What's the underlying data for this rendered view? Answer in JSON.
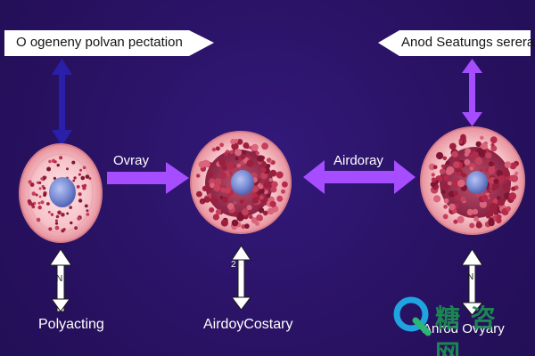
{
  "banners": {
    "left": "O ogeneny polvan pectation",
    "right": "Anod Seatungs sereraty"
  },
  "labels": {
    "ovray": "Ovray",
    "airdoray": "Airdoray",
    "small_arrow_tag": "2 k",
    "right_arrow_tag": "N",
    "left_arrow_tag": "N",
    "polyacting": "Polyacting",
    "airdoycostary": "AirdoyCostary",
    "anrod_ovyary": "Anrod Ovyary"
  },
  "watermark": {
    "text": "糖 咨 网"
  },
  "colors": {
    "background": "#2b1366",
    "banner": "#ffffff",
    "dark_arrow": "#2a1fa8",
    "purple_arrow": "#a64dff",
    "white_arrow": "#ffffff",
    "cell_outer": "#f6c3c9",
    "cell_membrane": "#e8a1ab",
    "granule": "#9c1f3d",
    "nucleus": "#7d8fd6"
  }
}
